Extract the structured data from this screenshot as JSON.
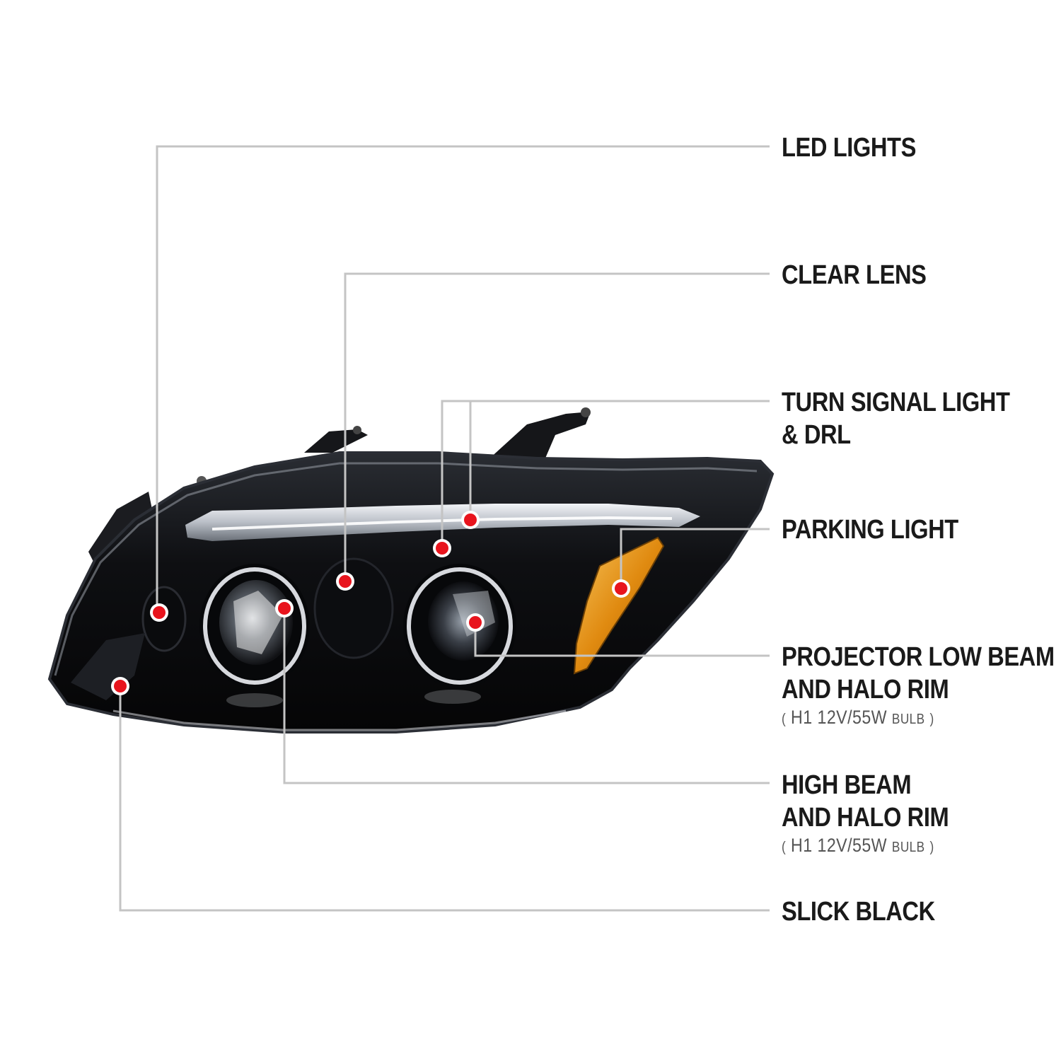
{
  "colors": {
    "leader_line": "#c4c4c4",
    "marker": "#e8141d",
    "marker_ring": "#ffffff",
    "housing": "#0d0d10",
    "amber": "#e89a1a",
    "text": "#1a1a1a"
  },
  "callouts": [
    {
      "id": "led-lights",
      "lines": [
        "LED LIGHTS"
      ]
    },
    {
      "id": "clear-lens",
      "lines": [
        "CLEAR LENS"
      ]
    },
    {
      "id": "turn-signal",
      "lines": [
        "TURN SIGNAL LIGHT",
        "& DRL"
      ]
    },
    {
      "id": "parking-light",
      "lines": [
        "PARKING LIGHT"
      ]
    },
    {
      "id": "projector-low-beam",
      "lines": [
        "PROJECTOR LOW BEAM",
        "AND HALO RIM"
      ],
      "bulb": {
        "open": "(",
        "type": "H1",
        "spec": "12V/55W",
        "word": "BULB",
        "close": ")"
      }
    },
    {
      "id": "high-beam",
      "lines": [
        "HIGH BEAM",
        "AND HALO RIM"
      ],
      "bulb": {
        "open": "(",
        "type": "H1",
        "spec": "12V/55W",
        "word": "BULB",
        "close": ")"
      }
    },
    {
      "id": "slick-black",
      "lines": [
        "SLICK BLACK"
      ]
    }
  ],
  "product_image": {
    "subject": "headlight-assembly",
    "finish": "black housing with clear lens, dual halo projectors and amber side reflector"
  }
}
